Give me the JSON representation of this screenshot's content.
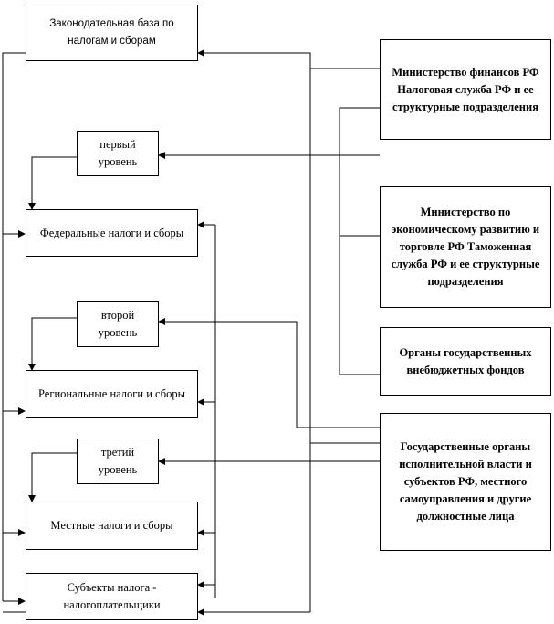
{
  "boxes": {
    "legislation": "Законодательная база по налогам и сборам",
    "level1": "первый уровень",
    "federal": "Федеральные налоги и сборы",
    "level2": "второй уровень",
    "regional": "Региональные налоги и сборы",
    "level3": "третий уровень",
    "local": "Местные налоги и сборы",
    "taxpayers": "Субъекты налога - налогоплательщики",
    "minfin": "Министерство финансов РФ Налоговая служба РФ и ее структурные подразделения",
    "mineco": "Министерство по экономическому развитию и торговле РФ Таможенная служба РФ и ее структурные подразделения",
    "funds": "Органы государственных внебюджетных фондов",
    "executive": "Государственные органы исполнительной власти и субъектов РФ, местного самоуправления и другие должностные лица"
  }
}
